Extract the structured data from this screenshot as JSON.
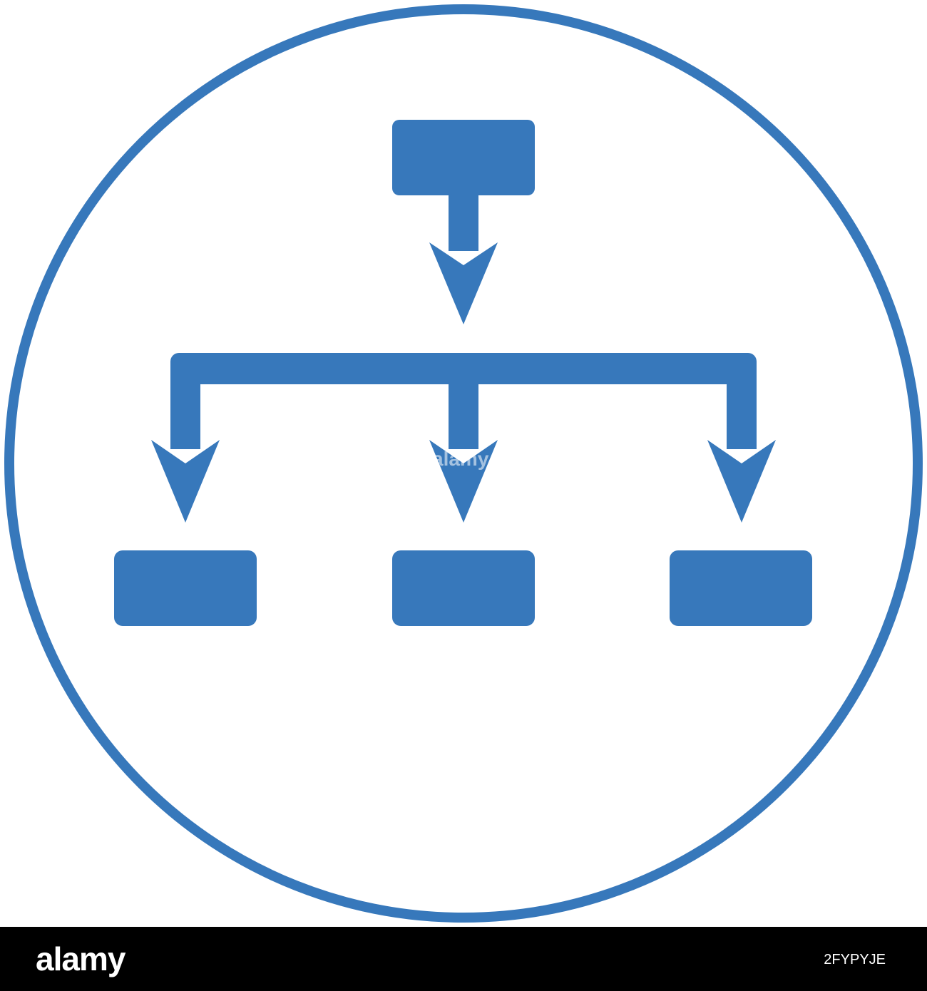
{
  "icon": {
    "name": "hierarchy-flowchart-icon",
    "color": "#3778bb",
    "background": "#ffffff"
  },
  "footer": {
    "brand": "alamy",
    "image_id": "2FYPYJE",
    "background": "#000000",
    "text_color": "#ffffff"
  },
  "watermark": {
    "text": "alamy"
  }
}
